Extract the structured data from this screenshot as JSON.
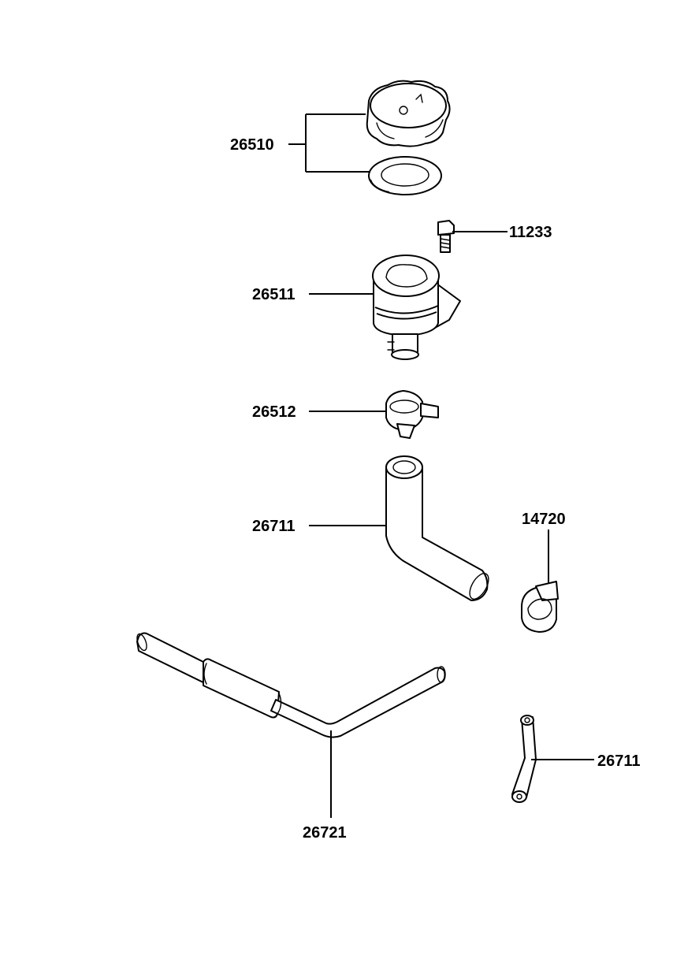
{
  "labels": {
    "cap": "26510",
    "bolt": "11233",
    "filler_neck": "26511",
    "clamp": "26512",
    "hose_bent": "26711",
    "clip": "14720",
    "hose_long": "26721",
    "hose_small": "26711"
  }
}
